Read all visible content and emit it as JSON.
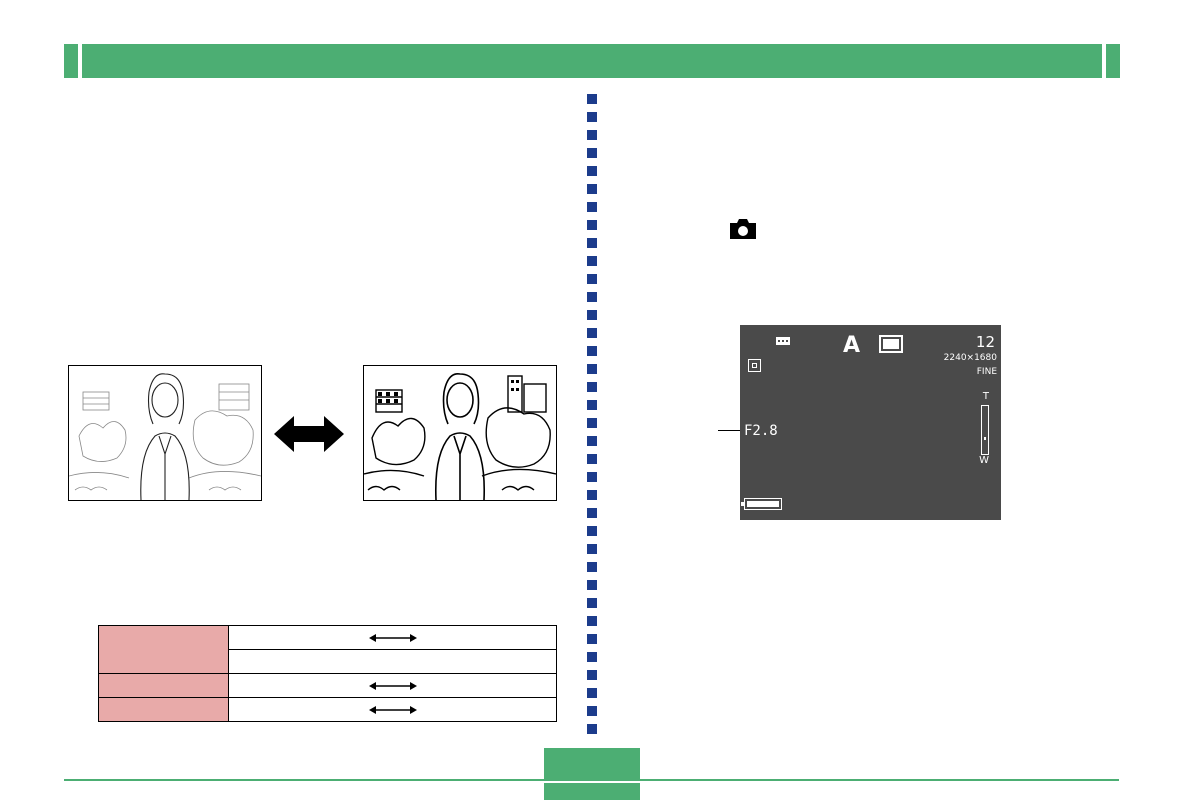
{
  "colors": {
    "accent_green": "#4cae73",
    "dot_blue": "#1c3c8c",
    "table_label_pink": "#e8aaa9",
    "lcd_gray": "#4a4a4a"
  },
  "icons": {
    "double_arrow": "left-right-arrow-icon",
    "camera": "camera-icon",
    "flash": "flash-icon",
    "record_mode": "record-mode-icon",
    "metering": "metering-icon",
    "battery": "battery-icon"
  },
  "monitor": {
    "mode_letter": "A",
    "remaining_shots": "12",
    "resolution": "2240×1680",
    "quality": "FINE",
    "aperture": "F2.8",
    "zoom_tele": "T",
    "zoom_wide": "W"
  },
  "zoom_level": 0.3
}
